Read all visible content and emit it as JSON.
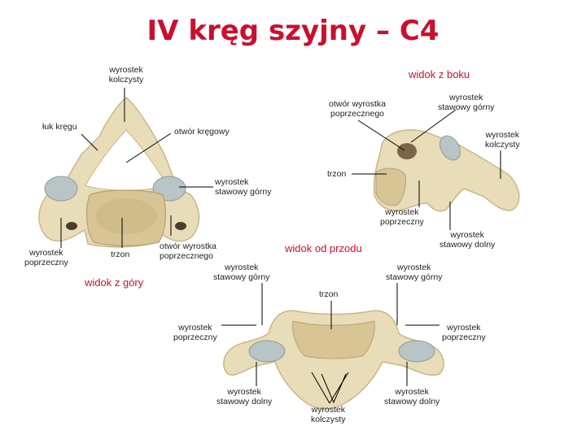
{
  "title": "IV kręg szyjny – C4",
  "views": {
    "top": "widok z góry",
    "side": "widok z boku",
    "front": "widok od przodu"
  },
  "labels": {
    "top_spinous": "wyrostek\nkolczysty",
    "top_arch": "łuk kręgu",
    "top_foramen": "otwór kręgowy",
    "top_sup_facet": "wyrostek\nstawowy górny",
    "top_transverse": "wyrostek\npoprzeczny",
    "top_body": "trzon",
    "top_transverse_foramen": "otwór wyrostka\npoprzecznego",
    "side_transverse_foramen": "otwór wyrostka\npoprzecznego",
    "side_sup_facet": "wyrostek\nstawowy górny",
    "side_spinous": "wyrostek\nkolczysty",
    "side_body": "trzon",
    "side_transverse": "wyrostek\npoprzeczny",
    "side_inf_facet": "wyrostek\nstawowy dolny",
    "front_sup_facet_left": "wyrostek\nstawowy górny",
    "front_sup_facet_right": "wyrostek\nstawowy górny",
    "front_body": "trzon",
    "front_transverse_left": "wyrostek\npoprzeczny",
    "front_transverse_right": "wyrostek\npoprzeczny",
    "front_inf_facet_left": "wyrostek\nstawowy dolny",
    "front_inf_facet_right": "wyrostek\nstawowy dolny",
    "front_spinous": "wyrostek\nkolczysty"
  },
  "colors": {
    "title": "#c8102e",
    "view_label": "#c8102e",
    "bone": "#e9dcb8",
    "bone_shadow": "#c9b78b",
    "cartilage": "#b8c4c6"
  }
}
